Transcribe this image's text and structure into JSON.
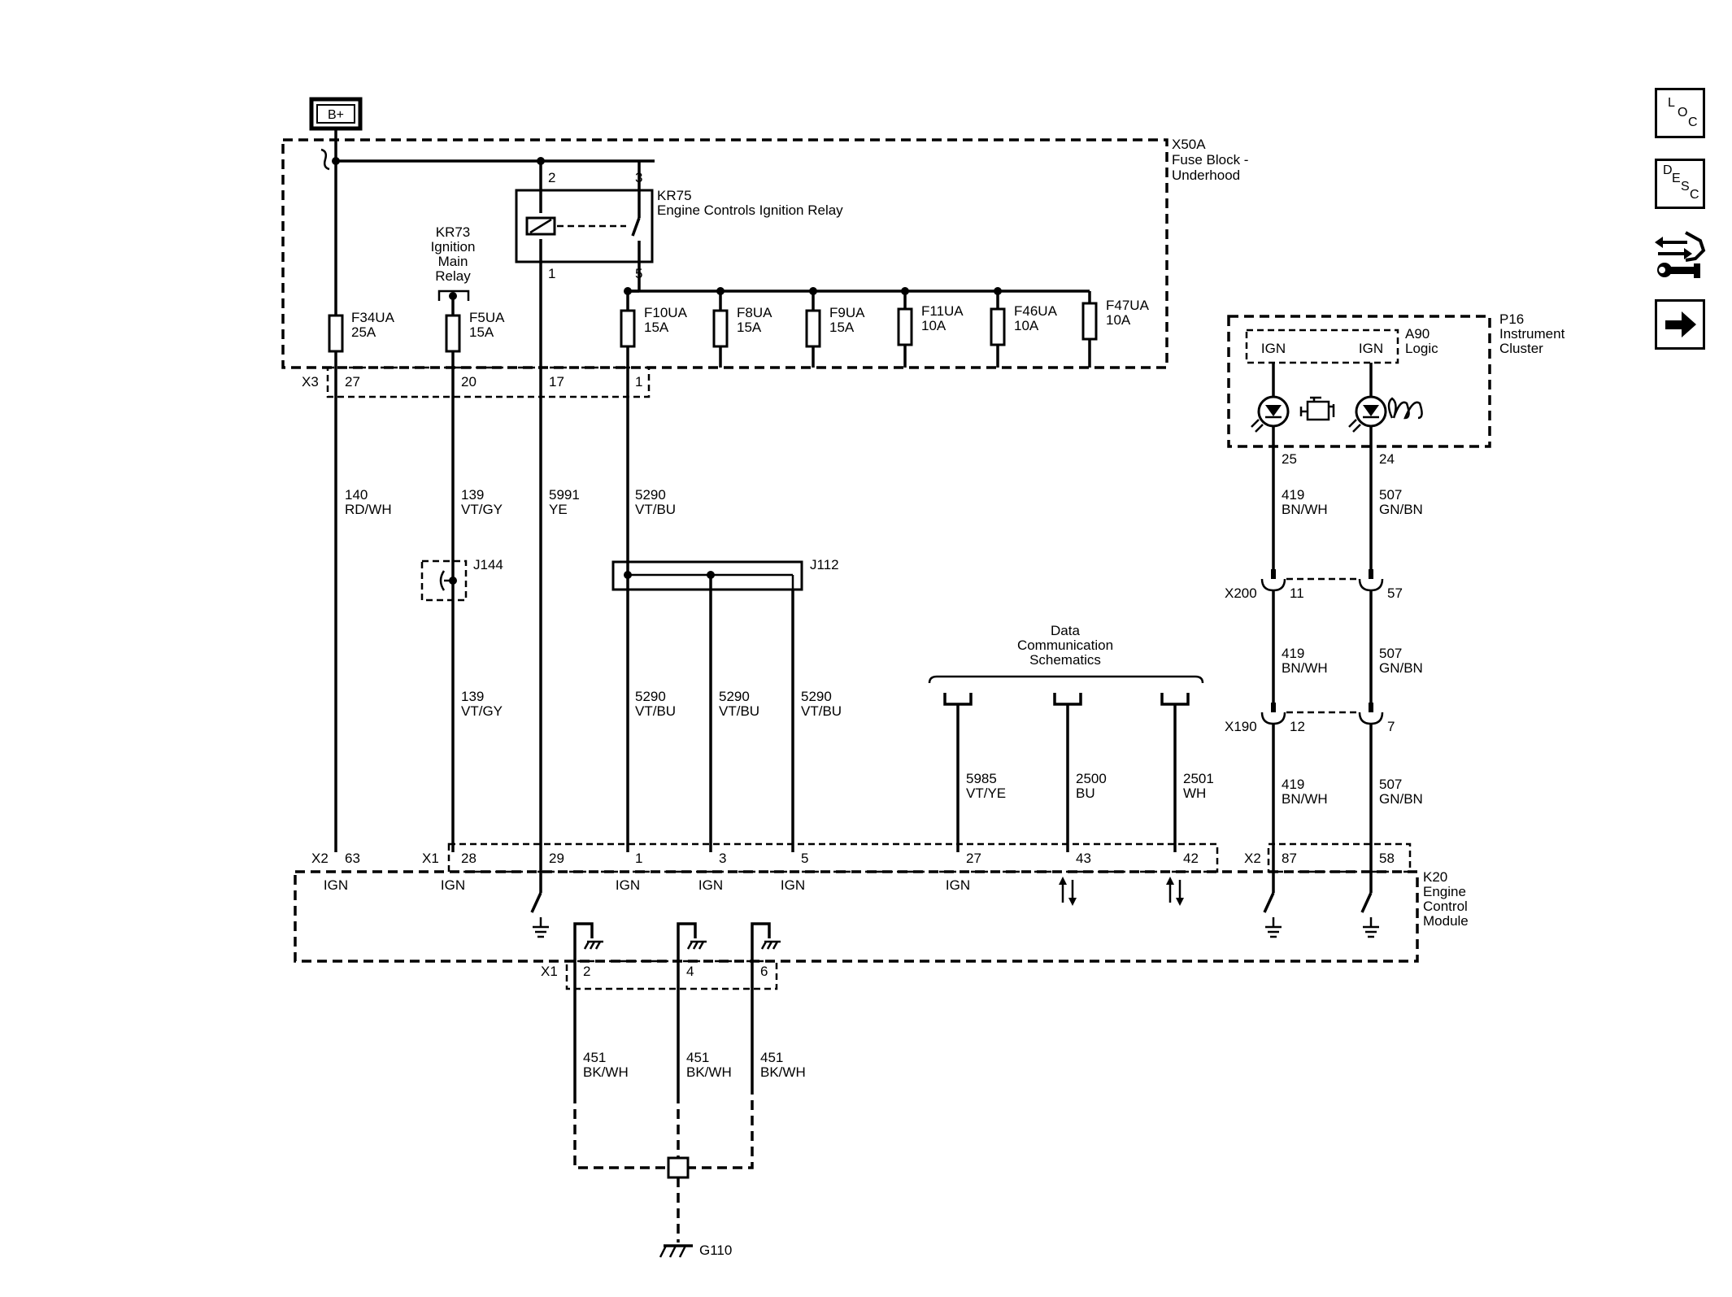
{
  "battery": {
    "label": "B+"
  },
  "fuse_block": {
    "id": "X50A",
    "line1": "Fuse Block -",
    "line2": "Underhood",
    "connector": "X3"
  },
  "relay_kr75": {
    "id": "KR75",
    "name": "Engine Controls Ignition Relay",
    "pins": [
      "2",
      "3",
      "1",
      "5"
    ]
  },
  "relay_kr73": {
    "id": "KR73",
    "line1": "Ignition",
    "line2": "Main",
    "line3": "Relay"
  },
  "fuses": [
    {
      "name": "F34UA",
      "rating": "25A"
    },
    {
      "name": "F5UA",
      "rating": "15A"
    },
    {
      "name": "F10UA",
      "rating": "15A"
    },
    {
      "name": "F8UA",
      "rating": "15A"
    },
    {
      "name": "F9UA",
      "rating": "15A"
    },
    {
      "name": "F11UA",
      "rating": "10A"
    },
    {
      "name": "F46UA",
      "rating": "10A"
    },
    {
      "name": "F47UA",
      "rating": "10A"
    }
  ],
  "x3_pins": [
    "27",
    "20",
    "17",
    "1"
  ],
  "circuits": [
    {
      "num": "140",
      "color": "RD/WH"
    },
    {
      "num": "139",
      "color": "VT/GY"
    },
    {
      "num": "5991",
      "color": "YE"
    },
    {
      "num": "5290",
      "color": "VT/BU"
    },
    {
      "num": "139",
      "color": "VT/GY"
    },
    {
      "num": "5290",
      "color": "VT/BU"
    },
    {
      "num": "5290",
      "color": "VT/BU"
    },
    {
      "num": "5290",
      "color": "VT/BU"
    },
    {
      "num": "5985",
      "color": "VT/YE"
    },
    {
      "num": "2500",
      "color": "BU"
    },
    {
      "num": "2501",
      "color": "WH"
    },
    {
      "num": "419",
      "color": "BN/WH"
    },
    {
      "num": "507",
      "color": "GN/BN"
    },
    {
      "num": "419",
      "color": "BN/WH"
    },
    {
      "num": "507",
      "color": "GN/BN"
    },
    {
      "num": "419",
      "color": "BN/WH"
    },
    {
      "num": "507",
      "color": "GN/BN"
    },
    {
      "num": "451",
      "color": "BK/WH"
    },
    {
      "num": "451",
      "color": "BK/WH"
    },
    {
      "num": "451",
      "color": "BK/WH"
    }
  ],
  "splices": {
    "j144": "J144",
    "j112": "J112"
  },
  "data_comm": {
    "line1": "Data",
    "line2": "Communication",
    "line3": "Schematics"
  },
  "cluster": {
    "id": "P16",
    "line1": "Instrument",
    "line2": "Cluster",
    "logic_id": "A90",
    "logic": "Logic",
    "ign": "IGN",
    "pins": [
      "25",
      "24"
    ]
  },
  "x200": {
    "id": "X200",
    "pins": [
      "11",
      "57"
    ]
  },
  "x190": {
    "id": "X190",
    "pins": [
      "12",
      "7"
    ]
  },
  "ecm": {
    "id": "K20",
    "line1": "Engine",
    "line2": "Control",
    "line3": "Module",
    "conn_x2": "X2",
    "conn_x1": "X1",
    "pins": [
      "63",
      "28",
      "29",
      "1",
      "3",
      "5",
      "27",
      "43",
      "42",
      "87",
      "58"
    ],
    "ign": "IGN",
    "ground_conn": "X1",
    "ground_pins": [
      "2",
      "4",
      "6"
    ]
  },
  "ground": {
    "id": "G110"
  },
  "nav": {
    "loc": [
      "L",
      "O",
      "C"
    ],
    "desc": [
      "D",
      "E",
      "S",
      "C"
    ]
  }
}
